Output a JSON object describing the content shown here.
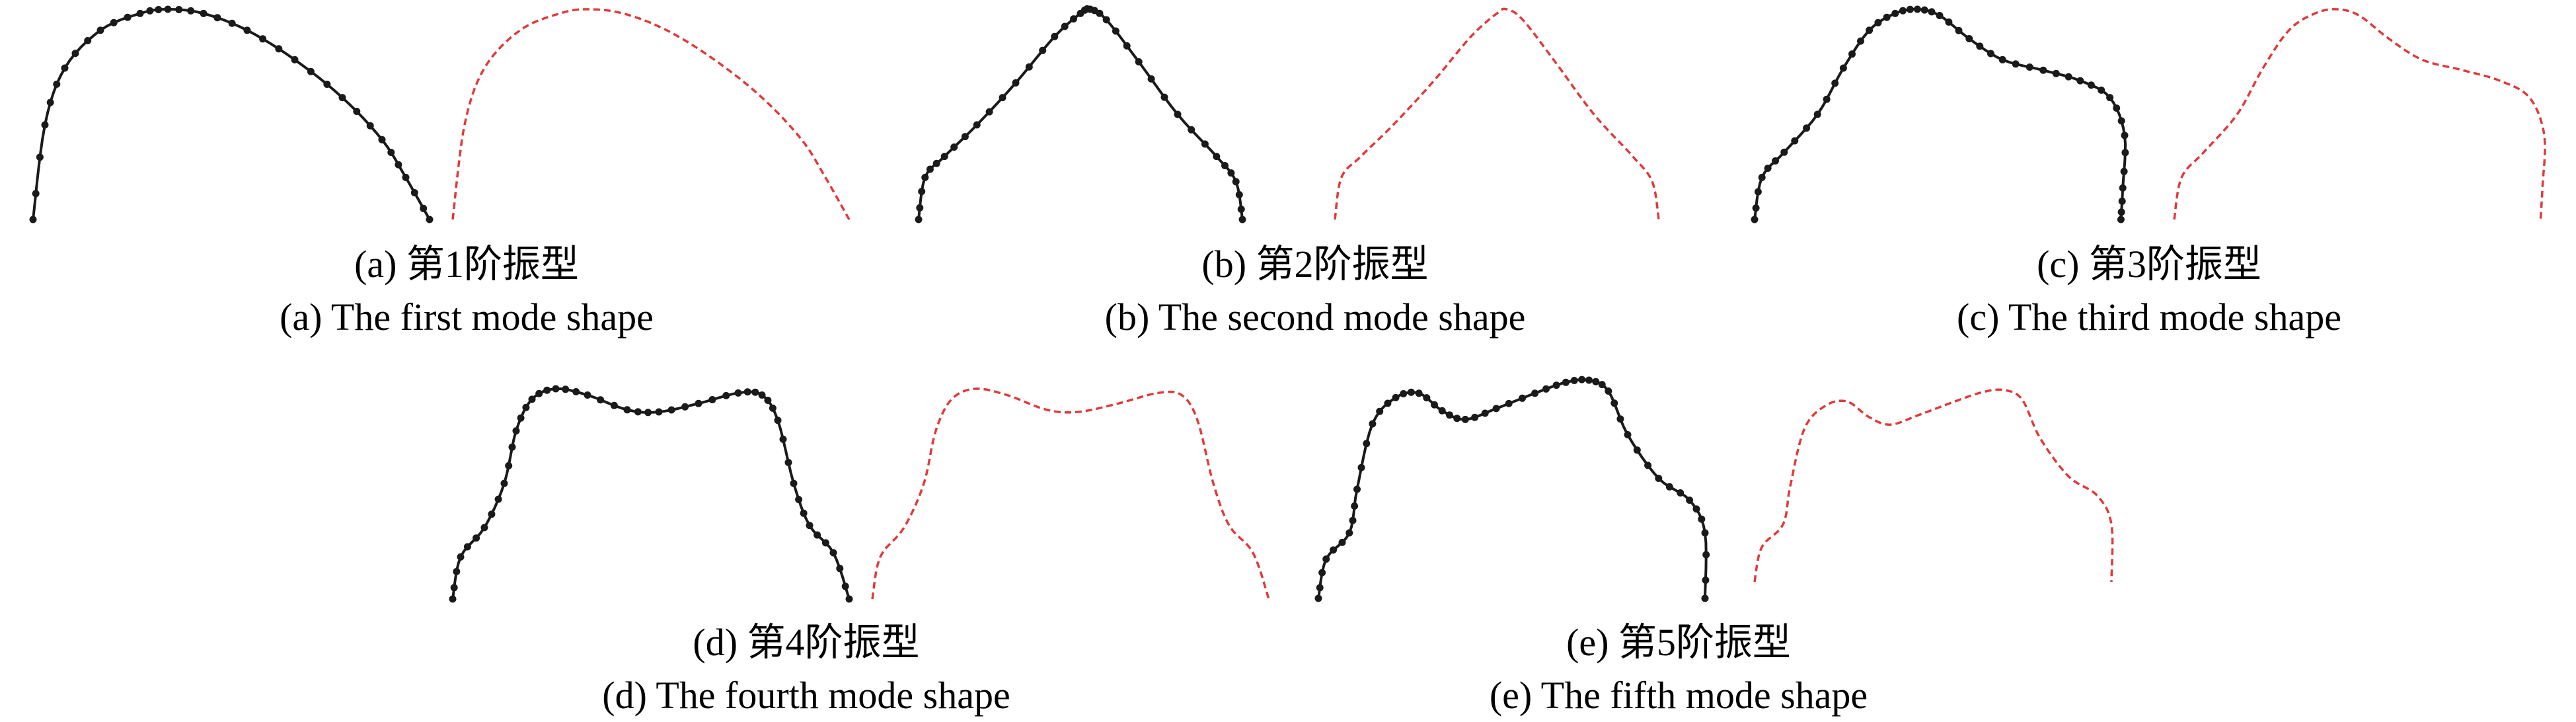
{
  "colors": {
    "measured": "#1a1a1a",
    "computed": "#e03a3a",
    "text": "#000000"
  },
  "panels": [
    {
      "id": "a",
      "caption_cn": "(a) 第1阶振型",
      "caption_en": "(a) The first mode shape",
      "shape": [
        [
          0.0,
          1.0
        ],
        [
          0.03,
          0.55
        ],
        [
          0.08,
          0.28
        ],
        [
          0.17,
          0.1
        ],
        [
          0.27,
          0.02
        ],
        [
          0.34,
          0.0
        ],
        [
          0.43,
          0.02
        ],
        [
          0.54,
          0.1
        ],
        [
          0.66,
          0.24
        ],
        [
          0.78,
          0.42
        ],
        [
          0.88,
          0.62
        ],
        [
          0.94,
          0.8
        ],
        [
          1.0,
          1.0
        ]
      ]
    },
    {
      "id": "b",
      "caption_cn": "(b) 第2阶振型",
      "caption_en": "(b) The second mode shape",
      "shape": [
        [
          0.0,
          1.0
        ],
        [
          0.02,
          0.8
        ],
        [
          0.08,
          0.7
        ],
        [
          0.18,
          0.55
        ],
        [
          0.3,
          0.35
        ],
        [
          0.42,
          0.13
        ],
        [
          0.5,
          0.02
        ],
        [
          0.53,
          0.0
        ],
        [
          0.58,
          0.05
        ],
        [
          0.68,
          0.25
        ],
        [
          0.8,
          0.5
        ],
        [
          0.92,
          0.7
        ],
        [
          0.98,
          0.82
        ],
        [
          1.0,
          1.0
        ]
      ]
    },
    {
      "id": "c",
      "caption_cn": "(c) 第3阶振型",
      "caption_en": "(c) The third mode shape",
      "shape": [
        [
          0.0,
          1.0
        ],
        [
          0.02,
          0.8
        ],
        [
          0.08,
          0.68
        ],
        [
          0.17,
          0.5
        ],
        [
          0.24,
          0.28
        ],
        [
          0.31,
          0.1
        ],
        [
          0.38,
          0.02
        ],
        [
          0.44,
          0.0
        ],
        [
          0.5,
          0.03
        ],
        [
          0.58,
          0.14
        ],
        [
          0.67,
          0.24
        ],
        [
          0.78,
          0.29
        ],
        [
          0.88,
          0.34
        ],
        [
          0.96,
          0.42
        ],
        [
          1.0,
          0.6
        ],
        [
          0.995,
          0.85
        ],
        [
          0.99,
          1.0
        ]
      ]
    },
    {
      "id": "d",
      "caption_cn": "(d) 第4阶振型",
      "caption_en": "(d) The fourth mode shape",
      "shape": [
        [
          0.0,
          1.0
        ],
        [
          0.02,
          0.8
        ],
        [
          0.08,
          0.66
        ],
        [
          0.13,
          0.45
        ],
        [
          0.16,
          0.2
        ],
        [
          0.2,
          0.05
        ],
        [
          0.26,
          0.0
        ],
        [
          0.34,
          0.03
        ],
        [
          0.44,
          0.1
        ],
        [
          0.52,
          0.11
        ],
        [
          0.62,
          0.07
        ],
        [
          0.72,
          0.02
        ],
        [
          0.78,
          0.03
        ],
        [
          0.82,
          0.15
        ],
        [
          0.86,
          0.45
        ],
        [
          0.9,
          0.65
        ],
        [
          0.96,
          0.78
        ],
        [
          1.0,
          1.0
        ]
      ]
    },
    {
      "id": "e",
      "caption_cn": "(e) 第5阶振型",
      "caption_en": "(e) The fifth mode shape",
      "shape": [
        [
          0.0,
          1.0
        ],
        [
          0.02,
          0.82
        ],
        [
          0.08,
          0.7
        ],
        [
          0.1,
          0.5
        ],
        [
          0.14,
          0.2
        ],
        [
          0.2,
          0.08
        ],
        [
          0.26,
          0.06
        ],
        [
          0.32,
          0.14
        ],
        [
          0.38,
          0.18
        ],
        [
          0.46,
          0.13
        ],
        [
          0.56,
          0.06
        ],
        [
          0.64,
          0.01
        ],
        [
          0.7,
          0.0
        ],
        [
          0.75,
          0.05
        ],
        [
          0.8,
          0.25
        ],
        [
          0.88,
          0.45
        ],
        [
          0.96,
          0.55
        ],
        [
          1.0,
          0.7
        ],
        [
          1.0,
          1.0
        ]
      ]
    }
  ]
}
